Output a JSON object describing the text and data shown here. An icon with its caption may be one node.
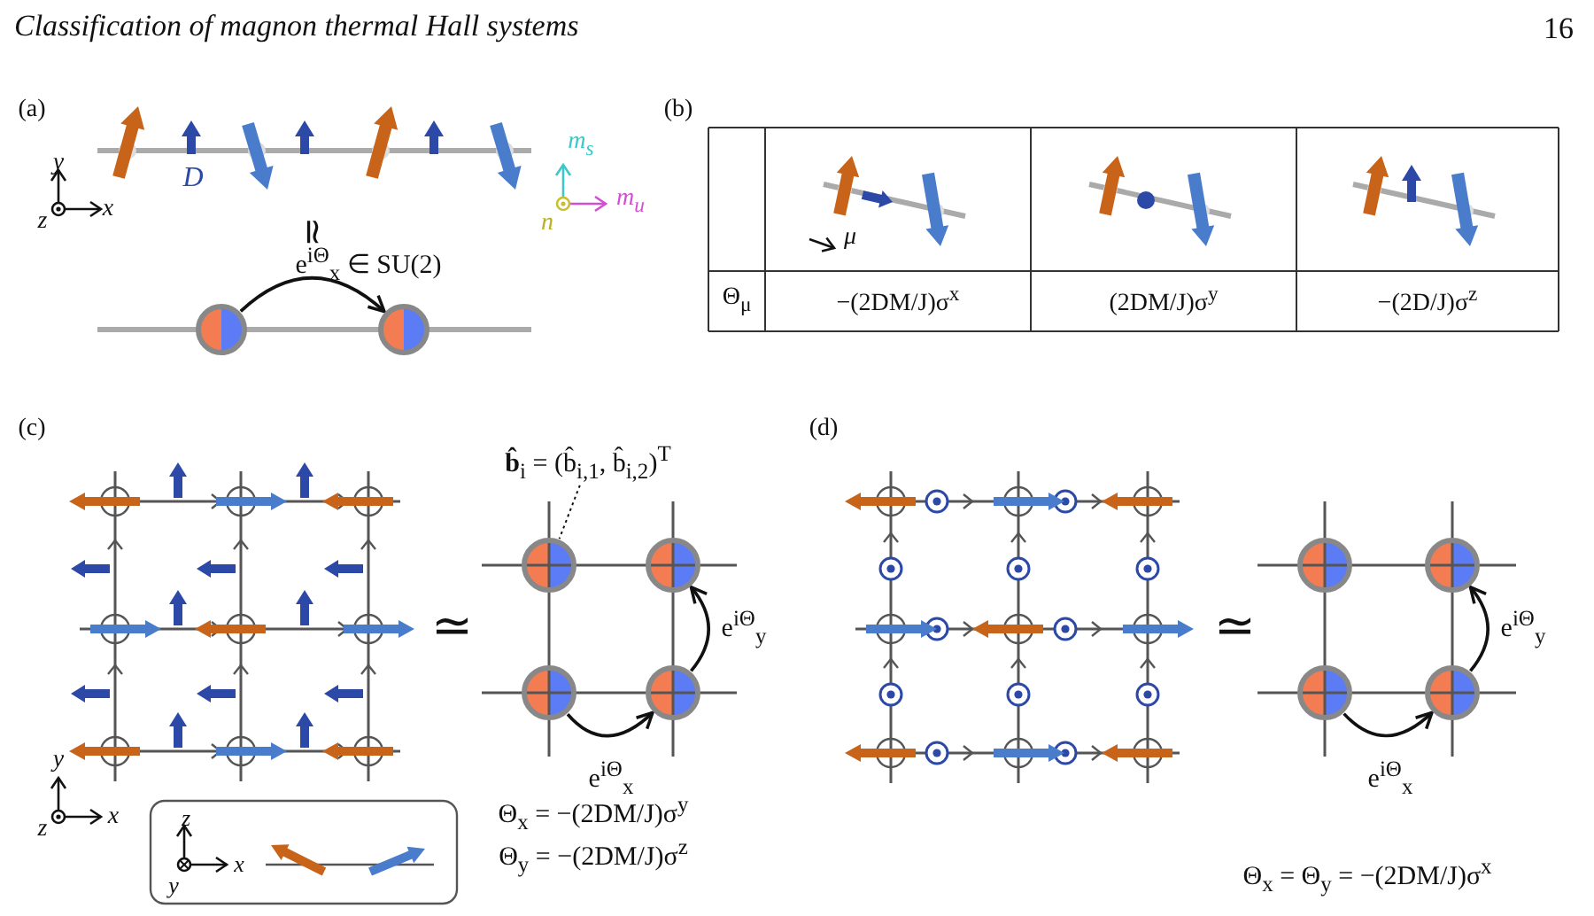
{
  "diagram": {
    "title": "Classification of magnon thermal Hall systems",
    "nodes": [
      {
        "text": [],
        "shape": "circle"
      },
      {
        "text": [],
        "shape": "circle"
      },
      {
        "text": [],
        "shape": "circle"
      },
      {
        "text": [],
        "shape": "circle"
      },
      {
        "text": [],
        "shape": "circle"
      },
      {
        "text": [],
        "shape": "circle"
      },
      {
        "text": [
          "**b̂**$_{i}$ = (b̂$_{i,1}$, b̂$_{i,2}$)$^{T}$"
        ]
      },
      {
        "text": [],
        "shape": "circle"
      },
      {
        "text": [],
        "shape": "circle"
      },
      {
        "text": [],
        "shape": "circle"
      },
      {
        "text": [],
        "shape": "circle"
      }
    ],
    "edges": [
      {
        "from": 0,
        "to": 1,
        "arrow": "to",
        "label": "e$^{iΘ}$$_{x}$ ∈ SU(2)"
      },
      {
        "from": 4,
        "to": 5,
        "arrow": "to",
        "label": "e$^{iΘ}$$_{x}$"
      },
      {
        "from": 5,
        "to": 3,
        "arrow": "to",
        "label": "e$^{iΘ}$$_{y}$"
      },
      {
        "from": 6,
        "to": 2,
        "arrow": "none",
        "style": "dashed"
      },
      {
        "from": 9,
        "to": 10,
        "arrow": "to",
        "label": "e$^{iΘ}$$_{x}$"
      },
      {
        "from": 10,
        "to": 8,
        "arrow": "to",
        "label": "e$^{iΘ}$$_{y}$"
      }
    ],
    "labels": [
      "16",
      "(a)",
      "y",
      "D",
      "m$_{s}$",
      "x",
      "z",
      "m$_{u}$",
      "n",
      "≃",
      "(b)",
      "μ",
      "Θ$_{μ}$",
      "−(2DM/J)σ$^{x}$",
      "(2DM/J)σ$^{y}$",
      "−(2D/J)σ$^{z}$",
      "(c)",
      "(d)",
      "≃",
      "≃",
      "y",
      "x",
      "z",
      "z",
      "x",
      "y",
      "Θ$_{x}$ = −(2DM/J)σ$^{y}$",
      "Θ$_{y}$ = −(2DM/J)σ$^{z}$",
      "Θ$_{x}$ = Θ$_{y}$ = −(2DM/J)σ$^{x}$"
    ]
  }
}
